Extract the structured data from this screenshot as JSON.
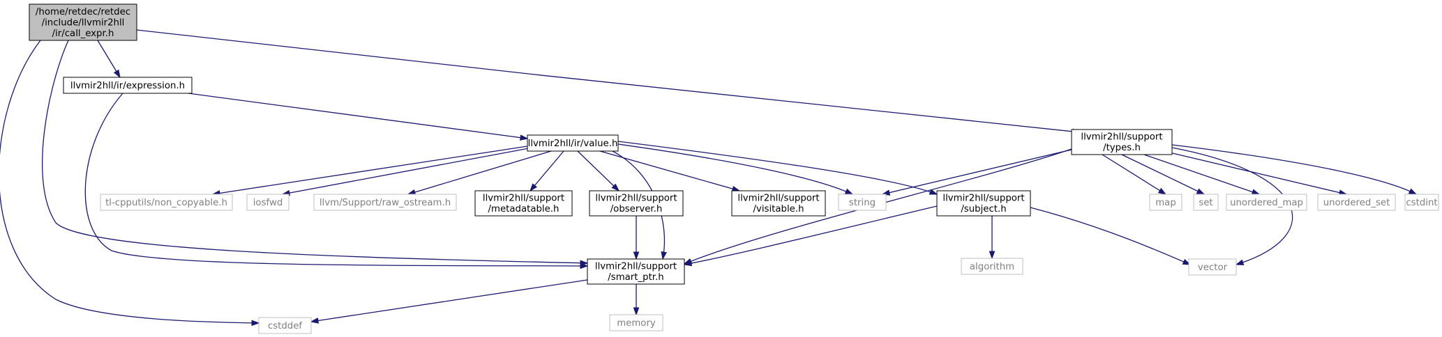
{
  "graph": {
    "nodes": [
      {
        "id": "call_expr",
        "kind": "main",
        "lines": [
          "/home/retdec/retdec",
          "/include/llvmir2hll",
          "/ir/call_expr.h"
        ]
      },
      {
        "id": "expression",
        "kind": "internal",
        "lines": [
          "llvmir2hll/ir/expression.h"
        ]
      },
      {
        "id": "value",
        "kind": "internal",
        "lines": [
          "llvmir2hll/ir/value.h"
        ]
      },
      {
        "id": "types",
        "kind": "internal",
        "lines": [
          "llvmir2hll/support",
          "/types.h"
        ]
      },
      {
        "id": "non_copyable",
        "kind": "external",
        "lines": [
          "tl-cpputils/non_copyable.h"
        ]
      },
      {
        "id": "iosfwd",
        "kind": "external",
        "lines": [
          "iosfwd"
        ]
      },
      {
        "id": "raw_ostream",
        "kind": "external",
        "lines": [
          "llvm/Support/raw_ostream.h"
        ]
      },
      {
        "id": "metadatable",
        "kind": "internal",
        "lines": [
          "llvmir2hll/support",
          "/metadatable.h"
        ]
      },
      {
        "id": "observer",
        "kind": "internal",
        "lines": [
          "llvmir2hll/support",
          "/observer.h"
        ]
      },
      {
        "id": "visitable",
        "kind": "internal",
        "lines": [
          "llvmir2hll/support",
          "/visitable.h"
        ]
      },
      {
        "id": "string",
        "kind": "external",
        "lines": [
          "string"
        ]
      },
      {
        "id": "subject",
        "kind": "internal",
        "lines": [
          "llvmir2hll/support",
          "/subject.h"
        ]
      },
      {
        "id": "map",
        "kind": "external",
        "lines": [
          "map"
        ]
      },
      {
        "id": "set",
        "kind": "external",
        "lines": [
          "set"
        ]
      },
      {
        "id": "unordered_map",
        "kind": "external",
        "lines": [
          "unordered_map"
        ]
      },
      {
        "id": "unordered_set",
        "kind": "external",
        "lines": [
          "unordered_set"
        ]
      },
      {
        "id": "cstdint",
        "kind": "external",
        "lines": [
          "cstdint"
        ]
      },
      {
        "id": "smart_ptr",
        "kind": "internal",
        "lines": [
          "llvmir2hll/support",
          "/smart_ptr.h"
        ]
      },
      {
        "id": "algorithm",
        "kind": "external",
        "lines": [
          "algorithm"
        ]
      },
      {
        "id": "vector",
        "kind": "external",
        "lines": [
          "vector"
        ]
      },
      {
        "id": "cstddef",
        "kind": "external",
        "lines": [
          "cstddef"
        ]
      },
      {
        "id": "memory",
        "kind": "external",
        "lines": [
          "memory"
        ]
      }
    ],
    "edges": [
      {
        "from": "call_expr",
        "to": "expression"
      },
      {
        "from": "call_expr",
        "to": "types"
      },
      {
        "from": "call_expr",
        "to": "smart_ptr"
      },
      {
        "from": "call_expr",
        "to": "cstddef"
      },
      {
        "from": "expression",
        "to": "value"
      },
      {
        "from": "expression",
        "to": "smart_ptr"
      },
      {
        "from": "value",
        "to": "non_copyable"
      },
      {
        "from": "value",
        "to": "iosfwd"
      },
      {
        "from": "value",
        "to": "raw_ostream"
      },
      {
        "from": "value",
        "to": "metadatable"
      },
      {
        "from": "value",
        "to": "observer"
      },
      {
        "from": "value",
        "to": "visitable"
      },
      {
        "from": "value",
        "to": "string"
      },
      {
        "from": "value",
        "to": "subject"
      },
      {
        "from": "value",
        "to": "smart_ptr"
      },
      {
        "from": "types",
        "to": "string"
      },
      {
        "from": "types",
        "to": "smart_ptr"
      },
      {
        "from": "types",
        "to": "map"
      },
      {
        "from": "types",
        "to": "set"
      },
      {
        "from": "types",
        "to": "unordered_map"
      },
      {
        "from": "types",
        "to": "unordered_set"
      },
      {
        "from": "types",
        "to": "cstdint"
      },
      {
        "from": "types",
        "to": "vector"
      },
      {
        "from": "observer",
        "to": "smart_ptr"
      },
      {
        "from": "subject",
        "to": "smart_ptr"
      },
      {
        "from": "subject",
        "to": "algorithm"
      },
      {
        "from": "subject",
        "to": "vector"
      },
      {
        "from": "smart_ptr",
        "to": "cstddef"
      },
      {
        "from": "smart_ptr",
        "to": "memory"
      }
    ]
  }
}
